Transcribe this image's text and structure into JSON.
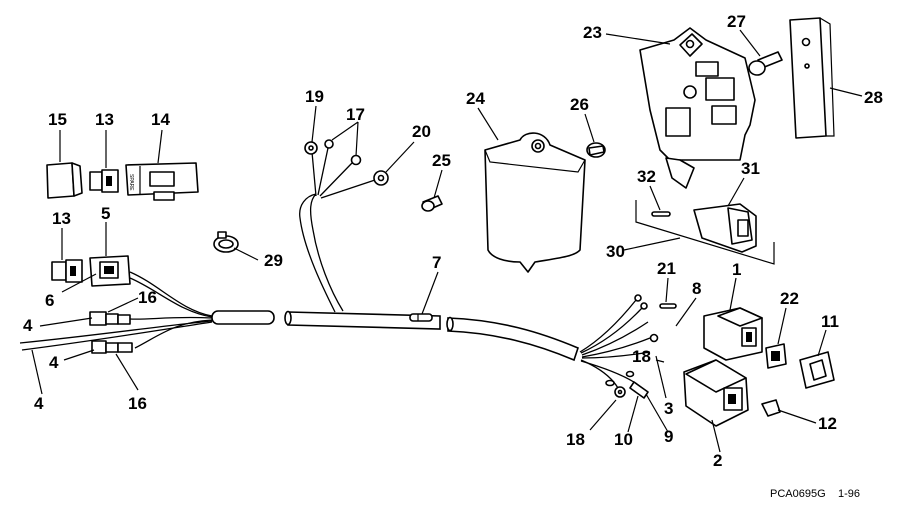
{
  "callouts": {
    "c1": "1",
    "c2": "2",
    "c3": "3",
    "c4a": "4",
    "c4b": "4",
    "c4c": "4",
    "c5": "5",
    "c6": "6",
    "c7": "7",
    "c8": "8",
    "c9": "9",
    "c10": "10",
    "c11": "11",
    "c12": "12",
    "c13a": "13",
    "c13b": "13",
    "c14": "14",
    "c15": "15",
    "c16a": "16",
    "c16b": "16",
    "c17": "17",
    "c18a": "18",
    "c18b": "18",
    "c19": "19",
    "c20": "20",
    "c21": "21",
    "c22": "22",
    "c23": "23",
    "c24": "24",
    "c25": "25",
    "c26": "26",
    "c27": "27",
    "c28": "28",
    "c29": "29",
    "c30": "30",
    "c31": "31",
    "c32": "32"
  },
  "fuse_marking": "SPARE",
  "footer": {
    "code": "PCA0695G",
    "date": "1-96"
  }
}
